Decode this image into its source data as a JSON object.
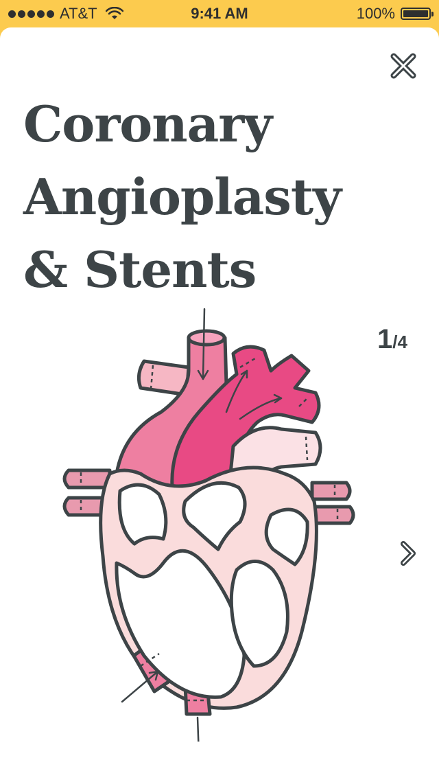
{
  "status_bar": {
    "carrier": "AT&T",
    "time": "9:41 AM",
    "battery": "100%",
    "signal_icon": "signal-dots-icon",
    "wifi_icon": "wifi-icon",
    "battery_icon": "battery-icon"
  },
  "card": {
    "title_lines": [
      "Coronary",
      "Angioplasty",
      "& Stents"
    ],
    "close_icon": "close-icon",
    "next_icon": "chevron-right-icon",
    "illustration": "heart-illustration"
  },
  "pager": {
    "current": "1",
    "separator": "/",
    "total": "4"
  },
  "colors": {
    "status_bg": "#FCCB4E",
    "text": "#3d4447",
    "heart_light": "#FADCDC",
    "heart_pink": "#EE7FA1",
    "heart_magenta": "#E84A84",
    "outline": "#3d4447"
  }
}
